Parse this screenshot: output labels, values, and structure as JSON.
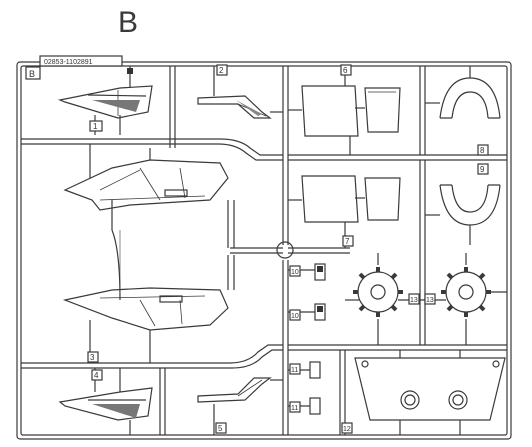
{
  "page_letter": "B",
  "sprue": {
    "code": "02853-1102891",
    "tag": "B"
  },
  "part_numbers": {
    "p1": "1",
    "p2": "2",
    "p3": "3",
    "p4": "4",
    "p5": "5",
    "p6": "6",
    "p7": "7",
    "p8": "8",
    "p9": "9",
    "p10a": "10",
    "p10b": "10",
    "p11a": "11",
    "p11b": "11",
    "p12": "12",
    "p13a": "13",
    "p13b": "13"
  },
  "colors": {
    "line": "#3a3a3a",
    "shade": "#555555",
    "background": "#ffffff"
  }
}
